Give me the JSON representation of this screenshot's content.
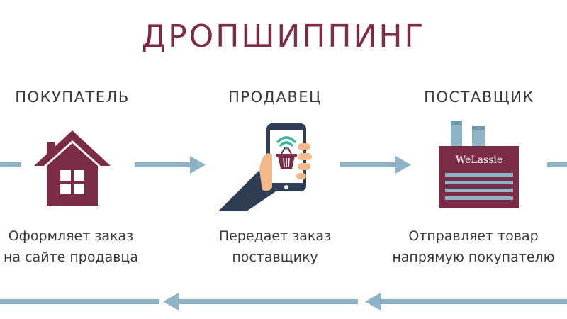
{
  "title": "ДРОПШИППИНГ",
  "colors": {
    "accent": "#7b2b45",
    "arrow": "#8fb3c6",
    "text": "#3a3a3a",
    "phone_body": "#2f3e55",
    "sleeve": "#2f3e55",
    "hand": "#f2b98b",
    "wifi": "#39b7a0"
  },
  "steps": [
    {
      "role": "ПОКУПАТЕЛЬ",
      "icon": "house-icon",
      "desc_line1": "Оформляет заказ",
      "desc_line2": "на сайте продавца"
    },
    {
      "role": "ПРОДАВЕЦ",
      "icon": "phone-with-cart-icon",
      "desc_line1": "Передает заказ",
      "desc_line2": "поставщику"
    },
    {
      "role": "ПОСТАВЩИК",
      "icon": "factory-icon",
      "brand": "WeLassie",
      "desc_line1": "Отправляет товар",
      "desc_line2": "напрямую покупателю"
    }
  ]
}
